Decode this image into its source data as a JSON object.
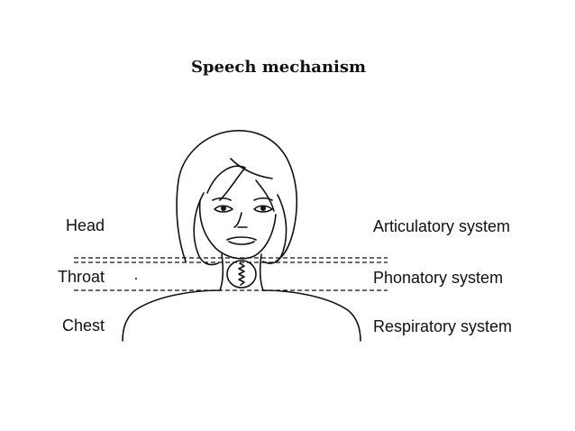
{
  "title": "Speech mechanism",
  "regions": [
    {
      "region": "Head",
      "system": "Articulatory system"
    },
    {
      "region": "Throat",
      "system": "Phonatory system"
    },
    {
      "region": "Chest",
      "system": "Respiratory system"
    }
  ]
}
